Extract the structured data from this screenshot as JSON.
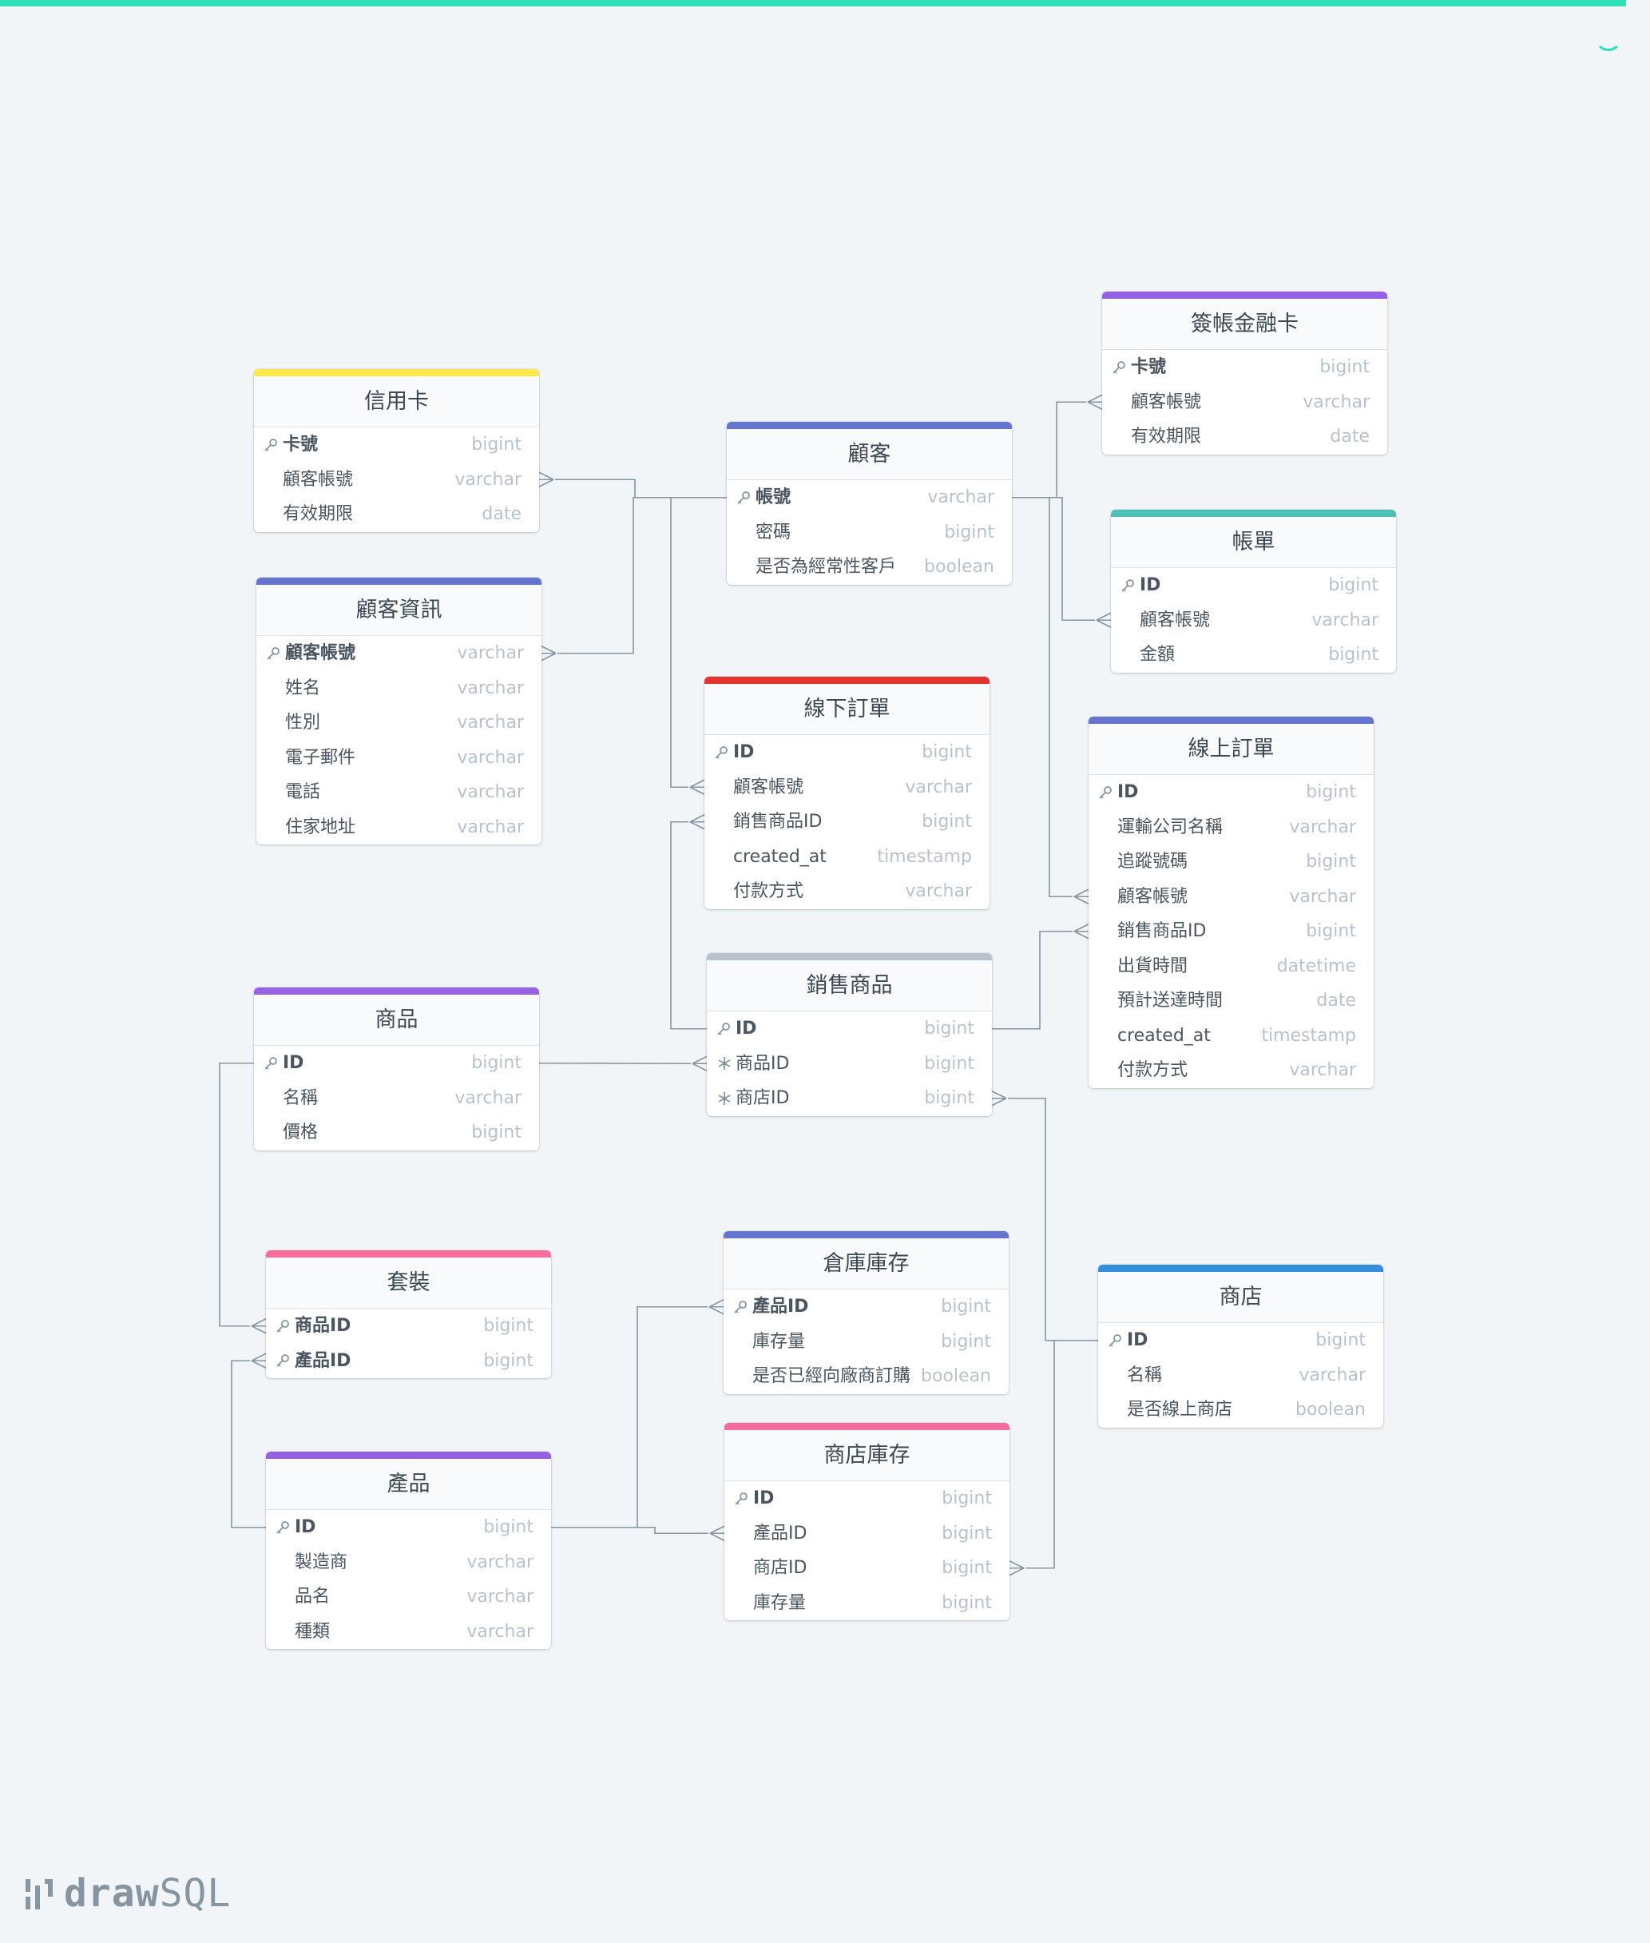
{
  "brand": {
    "prefix": "draw",
    "suffix": "SQL"
  },
  "colors": {
    "progress": "#2fe0b8",
    "connector": "#8795a1",
    "yellow": "#ffe94a",
    "indigo": "#6574cd",
    "purple": "#9561e2",
    "teal": "#4dc0b5",
    "red": "#e3342f",
    "gray": "#b8c2cc",
    "pink": "#f66d9b",
    "blue": "#3490dc"
  },
  "tables": [
    {
      "id": "credit_card",
      "name": "信用卡",
      "color": "#ffe94a",
      "fields": [
        {
          "name": "卡號",
          "type": "bigint",
          "icon": "key-icon",
          "pk": true
        },
        {
          "name": "顧客帳號",
          "type": "varchar"
        },
        {
          "name": "有效期限",
          "type": "date"
        }
      ]
    },
    {
      "id": "customer",
      "name": "顧客",
      "color": "#6574cd",
      "fields": [
        {
          "name": "帳號",
          "type": "varchar",
          "icon": "key-icon",
          "pk": true
        },
        {
          "name": "密碼",
          "type": "bigint"
        },
        {
          "name": "是否為經常性客戶",
          "type": "boolean"
        }
      ]
    },
    {
      "id": "debit_card",
      "name": "簽帳金融卡",
      "color": "#9561e2",
      "fields": [
        {
          "name": "卡號",
          "type": "bigint",
          "icon": "key-icon",
          "pk": true
        },
        {
          "name": "顧客帳號",
          "type": "varchar"
        },
        {
          "name": "有效期限",
          "type": "date"
        }
      ]
    },
    {
      "id": "bill",
      "name": "帳單",
      "color": "#4dc0b5",
      "fields": [
        {
          "name": "ID",
          "type": "bigint",
          "icon": "key-icon",
          "pk": true
        },
        {
          "name": "顧客帳號",
          "type": "varchar"
        },
        {
          "name": "金額",
          "type": "bigint"
        }
      ]
    },
    {
      "id": "customer_info",
      "name": "顧客資訊",
      "color": "#6574cd",
      "fields": [
        {
          "name": "顧客帳號",
          "type": "varchar",
          "icon": "key-icon",
          "pk": true
        },
        {
          "name": "姓名",
          "type": "varchar"
        },
        {
          "name": "性別",
          "type": "varchar"
        },
        {
          "name": "電子郵件",
          "type": "varchar"
        },
        {
          "name": "電話",
          "type": "varchar"
        },
        {
          "name": "住家地址",
          "type": "varchar"
        }
      ]
    },
    {
      "id": "offline_order",
      "name": "線下訂單",
      "color": "#e3342f",
      "fields": [
        {
          "name": "ID",
          "type": "bigint",
          "icon": "key-icon",
          "pk": true
        },
        {
          "name": "顧客帳號",
          "type": "varchar"
        },
        {
          "name": "銷售商品ID",
          "type": "bigint"
        },
        {
          "name": "created_at",
          "type": "timestamp"
        },
        {
          "name": "付款方式",
          "type": "varchar"
        }
      ]
    },
    {
      "id": "online_order",
      "name": "線上訂單",
      "color": "#6574cd",
      "fields": [
        {
          "name": "ID",
          "type": "bigint",
          "icon": "key-icon",
          "pk": true
        },
        {
          "name": "運輸公司名稱",
          "type": "varchar"
        },
        {
          "name": "追蹤號碼",
          "type": "bigint"
        },
        {
          "name": "顧客帳號",
          "type": "varchar"
        },
        {
          "name": "銷售商品ID",
          "type": "bigint"
        },
        {
          "name": "出貨時間",
          "type": "datetime"
        },
        {
          "name": "預計送達時間",
          "type": "date"
        },
        {
          "name": "created_at",
          "type": "timestamp"
        },
        {
          "name": "付款方式",
          "type": "varchar"
        }
      ]
    },
    {
      "id": "sale_item",
      "name": "銷售商品",
      "color": "#b8c2cc",
      "fields": [
        {
          "name": "ID",
          "type": "bigint",
          "icon": "key-icon",
          "pk": true
        },
        {
          "name": "商品ID",
          "type": "bigint",
          "icon": "snowflake-icon"
        },
        {
          "name": "商店ID",
          "type": "bigint",
          "icon": "snowflake-icon"
        }
      ]
    },
    {
      "id": "goods",
      "name": "商品",
      "color": "#9561e2",
      "fields": [
        {
          "name": "ID",
          "type": "bigint",
          "icon": "key-icon",
          "pk": true
        },
        {
          "name": "名稱",
          "type": "varchar"
        },
        {
          "name": "價格",
          "type": "bigint"
        }
      ]
    },
    {
      "id": "bundle",
      "name": "套裝",
      "color": "#f66d9b",
      "fields": [
        {
          "name": "商品ID",
          "type": "bigint",
          "icon": "key-icon",
          "pk": true
        },
        {
          "name": "產品ID",
          "type": "bigint",
          "icon": "key-icon",
          "pk": true
        }
      ]
    },
    {
      "id": "warehouse_stock",
      "name": "倉庫庫存",
      "color": "#6574cd",
      "fields": [
        {
          "name": "產品ID",
          "type": "bigint",
          "icon": "key-icon",
          "pk": true
        },
        {
          "name": "庫存量",
          "type": "bigint"
        },
        {
          "name": "是否已經向廠商訂購",
          "type": "boolean"
        }
      ]
    },
    {
      "id": "store",
      "name": "商店",
      "color": "#3490dc",
      "fields": [
        {
          "name": "ID",
          "type": "bigint",
          "icon": "key-icon",
          "pk": true
        },
        {
          "name": "名稱",
          "type": "varchar"
        },
        {
          "name": "是否線上商店",
          "type": "boolean"
        }
      ]
    },
    {
      "id": "product",
      "name": "產品",
      "color": "#9561e2",
      "fields": [
        {
          "name": "ID",
          "type": "bigint",
          "icon": "key-icon",
          "pk": true
        },
        {
          "name": "製造商",
          "type": "varchar"
        },
        {
          "name": "品名",
          "type": "varchar"
        },
        {
          "name": "種類",
          "type": "varchar"
        }
      ]
    },
    {
      "id": "store_stock",
      "name": "商店庫存",
      "color": "#f66d9b",
      "fields": [
        {
          "name": "ID",
          "type": "bigint",
          "icon": "key-icon",
          "pk": true
        },
        {
          "name": "產品ID",
          "type": "bigint"
        },
        {
          "name": "商店ID",
          "type": "bigint"
        },
        {
          "name": "庫存量",
          "type": "bigint"
        }
      ]
    }
  ],
  "relations": [
    {
      "from": "customer.0",
      "to": "credit_card.1"
    },
    {
      "from": "customer.0",
      "to": "debit_card.1"
    },
    {
      "from": "customer.0",
      "to": "bill.1"
    },
    {
      "from": "customer.0",
      "to": "customer_info.0"
    },
    {
      "from": "customer.0",
      "to": "offline_order.1"
    },
    {
      "from": "customer.0",
      "to": "online_order.3"
    },
    {
      "from": "sale_item.0",
      "to": "offline_order.2"
    },
    {
      "from": "sale_item.0",
      "to": "online_order.4"
    },
    {
      "from": "goods.0",
      "to": "sale_item.1"
    },
    {
      "from": "goods.0",
      "to": "bundle.0"
    },
    {
      "from": "store.0",
      "to": "sale_item.2"
    },
    {
      "from": "product.0",
      "to": "bundle.1"
    },
    {
      "from": "product.0",
      "to": "warehouse_stock.0"
    },
    {
      "from": "product.0",
      "to": "store_stock.1"
    },
    {
      "from": "store.0",
      "to": "store_stock.2"
    }
  ]
}
